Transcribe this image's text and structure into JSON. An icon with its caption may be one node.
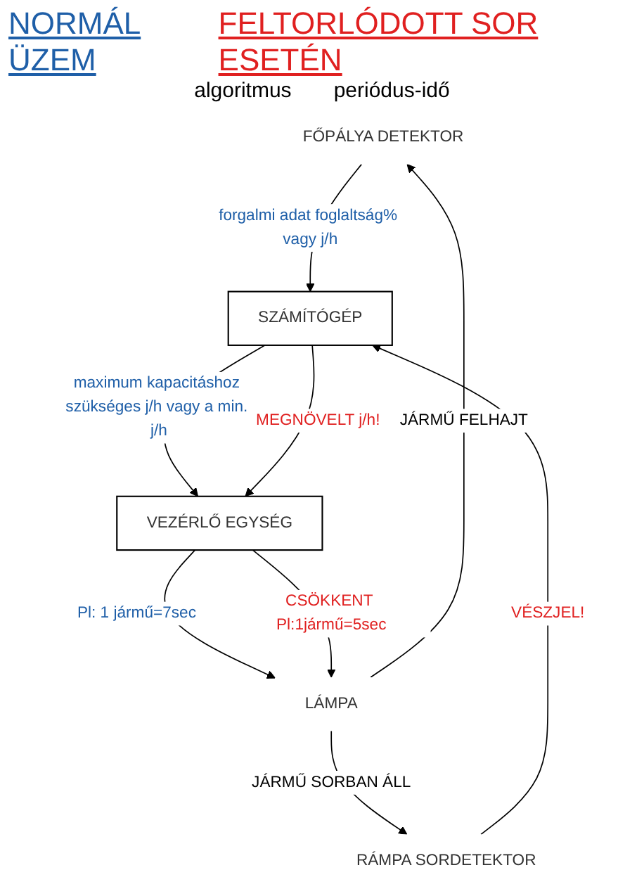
{
  "diagram": {
    "nodes": [
      {
        "text": [
          "FŐPÁLYA DETEKTOR"
        ]
      },
      {
        "text": [
          "RÁMPA SORDETEKTOR"
        ]
      },
      {
        "text": [
          "SZÁMÍTÓGÉP"
        ]
      },
      {
        "text": [
          "VEZÉRLŐ EGYSÉG"
        ]
      },
      {
        "text": [
          "LÁMPA"
        ]
      }
    ],
    "edges": [
      {
        "from": 0,
        "to": 2,
        "arrow": "to",
        "label": "forgalmi adat foglaltság% vagy j/h"
      },
      {
        "from": 1,
        "to": 2,
        "arrow": "to",
        "label": "VÉSZJEL!"
      },
      {
        "from": 2,
        "to": 3,
        "arrow": "to",
        "label": "maximum kapacitáshoz szükséges j/h vagy a min. j/h"
      },
      {
        "from": 2,
        "to": 3,
        "arrow": "to",
        "label": "MEGNÖVELT j/h!"
      },
      {
        "from": 3,
        "to": 4,
        "arrow": "to",
        "label": "Pl: 1 jármű=7sec"
      },
      {
        "from": 3,
        "to": 4,
        "arrow": "to",
        "label": "CSÖKKENT Pl:1jármű=5sec"
      },
      {
        "from": 4,
        "to": 0,
        "arrow": "to",
        "label": "JÁRMŰ FELHAJT"
      },
      {
        "from": 4,
        "to": 1,
        "arrow": "to",
        "label": "JÁRMŰ SORBAN ÁLL"
      }
    ],
    "labels": [
      "NORMÁL ÜZEM",
      "FELTORLÓDOTT SOR ESETÉN",
      "algoritmus",
      "periódus-idő"
    ]
  }
}
